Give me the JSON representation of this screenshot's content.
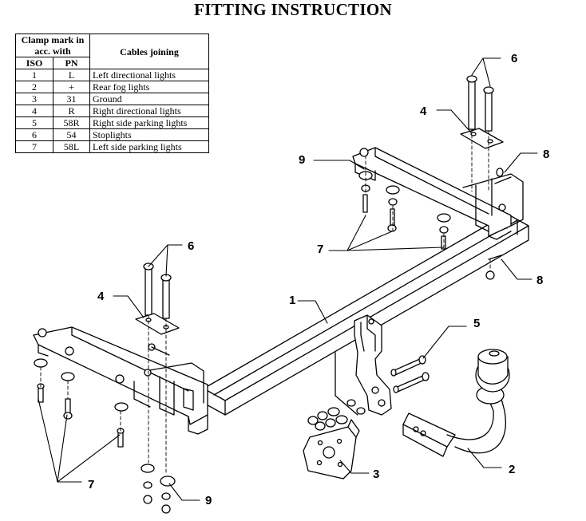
{
  "title": "FITTING INSTRUCTION",
  "table": {
    "header_clamp": "Clamp mark in acc. with",
    "header_iso": "ISO",
    "header_pn": "PN",
    "header_cables": "Cables joining",
    "rows": [
      {
        "iso": "1",
        "pn": "L",
        "desc": "Left directional lights"
      },
      {
        "iso": "2",
        "pn": "+",
        "desc": "Rear fog lights"
      },
      {
        "iso": "3",
        "pn": "31",
        "desc": "Ground"
      },
      {
        "iso": "4",
        "pn": "R",
        "desc": "Right directional lights"
      },
      {
        "iso": "5",
        "pn": "58R",
        "desc": "Right side parking lights"
      },
      {
        "iso": "6",
        "pn": "54",
        "desc": "Stoplights"
      },
      {
        "iso": "7",
        "pn": "58L",
        "desc": "Left side parking lights"
      }
    ]
  },
  "callouts": {
    "c1": "1",
    "c2": "2",
    "c3": "3",
    "c4a": "4",
    "c4b": "4",
    "c5": "5",
    "c6a": "6",
    "c6b": "6",
    "c7a": "7",
    "c7b": "7",
    "c8a": "8",
    "c8b": "8",
    "c9a": "9",
    "c9b": "9"
  }
}
